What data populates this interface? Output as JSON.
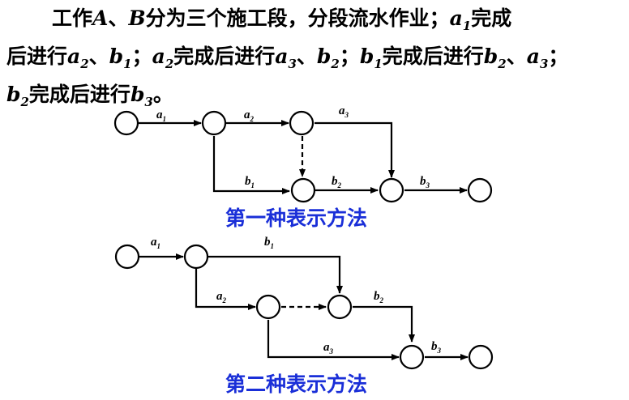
{
  "paragraph": {
    "l1_t1": "工作",
    "l1_A": "A",
    "l1_t2": "、",
    "l1_B": "B",
    "l1_t3": "分为三个施工段，分段流水作业；",
    "l1_a": "a",
    "l1_a_sub": "1",
    "l1_t4": "完成",
    "l2_t1": "后进行",
    "l2_a2": "a",
    "l2_a2_sub": "2",
    "l2_t2": "、",
    "l2_b1": "b",
    "l2_b1_sub": "1",
    "l2_t3": "；",
    "l2_a2b": "a",
    "l2_a2b_sub": "2",
    "l2_t4": "完成后进行",
    "l2_a3": "a",
    "l2_a3_sub": "3",
    "l2_t5": "、",
    "l2_b2": "b",
    "l2_b2_sub": "2",
    "l2_t6": "；",
    "l2_b1b": "b",
    "l2_b1b_sub": "1",
    "l2_t7": "完成后进行",
    "l2_b2b": "b",
    "l2_b2b_sub": "2",
    "l2_t8": "、",
    "l2_a3b": "a",
    "l2_a3b_sub": "3",
    "l2_t9": "；",
    "l3_b2": "b",
    "l3_b2_sub": "2",
    "l3_t1": "完成后进行",
    "l3_b3": "b",
    "l3_b3_sub": "3",
    "l3_t2": "。"
  },
  "diagram1": {
    "caption": "第一种表示方法",
    "a1": "a",
    "a1_sub": "1",
    "a2": "a",
    "a2_sub": "2",
    "a3": "a",
    "a3_sub": "3",
    "b1": "b",
    "b1_sub": "1",
    "b2": "b",
    "b2_sub": "2",
    "b3": "b",
    "b3_sub": "3"
  },
  "diagram2": {
    "caption": "第二种表示方法",
    "a1": "a",
    "a1_sub": "1",
    "a2": "a",
    "a2_sub": "2",
    "a3": "a",
    "a3_sub": "3",
    "b1": "b",
    "b1_sub": "1",
    "b2": "b",
    "b2_sub": "2",
    "b3": "b",
    "b3_sub": "3"
  },
  "colors": {
    "caption": "#1a2fd8",
    "line": "#000000"
  }
}
